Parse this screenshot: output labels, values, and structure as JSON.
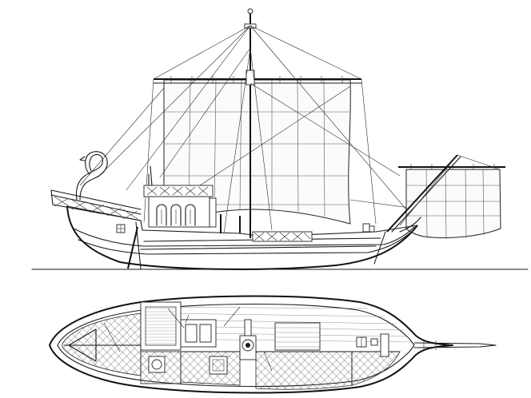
{
  "figure": {
    "elevation": {
      "view": "side",
      "masts": 2,
      "sails": [
        "mainsail",
        "artemon"
      ]
    },
    "plan": {
      "view": "top"
    },
    "colors": {
      "ink": "#1a1a1a",
      "paper": "#ffffff"
    }
  }
}
